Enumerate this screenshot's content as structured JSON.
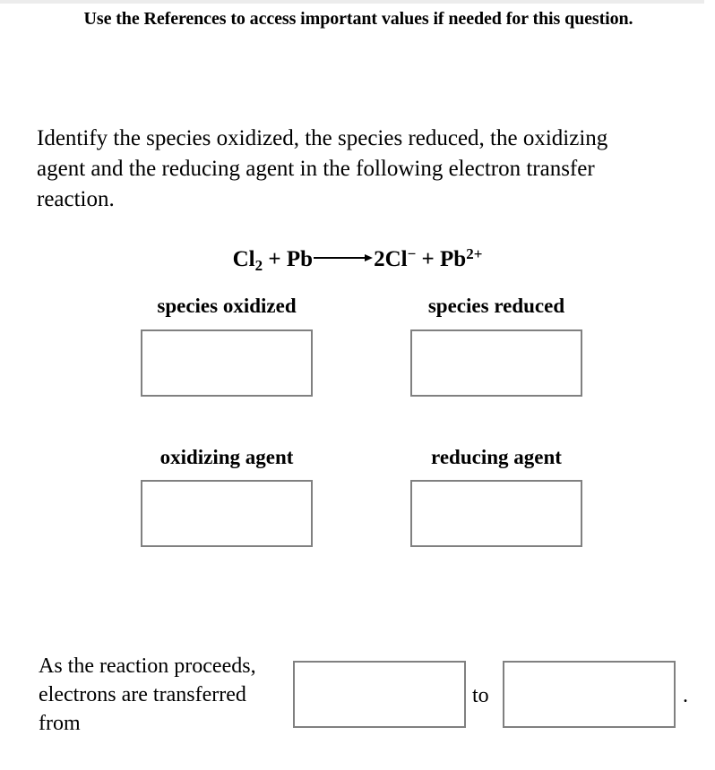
{
  "header": {
    "note": "Use the References to access important values if needed for this question."
  },
  "question": {
    "prompt": "Identify the species oxidized, the species reduced, the oxidizing agent and the reducing agent in the following electron transfer reaction."
  },
  "equation": {
    "full_text": "Cl2 + Pb ⟶ 2Cl⁻ + Pb²⁺",
    "reactant_1": "Cl",
    "reactant_1_sub": "2",
    "plus_1": "+",
    "reactant_2": "Pb",
    "arrow": "⟶",
    "product_1_coeff": "2",
    "product_1": "Cl",
    "product_1_charge": "−",
    "plus_2": "+",
    "product_2": "Pb",
    "product_2_charge": "2+"
  },
  "fields": [
    {
      "label": "species oxidized",
      "value": ""
    },
    {
      "label": "species reduced",
      "value": ""
    },
    {
      "label": "oxidizing agent",
      "value": ""
    },
    {
      "label": "reducing agent",
      "value": ""
    }
  ],
  "bottom": {
    "lead_text": "As the reaction proceeds, electrons are transferred from",
    "from_value": "",
    "connector": "to",
    "to_value": "",
    "period": "."
  },
  "colors": {
    "page_background": "#ffffff",
    "text": "#000000",
    "box_border": "#808080",
    "top_band": "#ececec"
  }
}
